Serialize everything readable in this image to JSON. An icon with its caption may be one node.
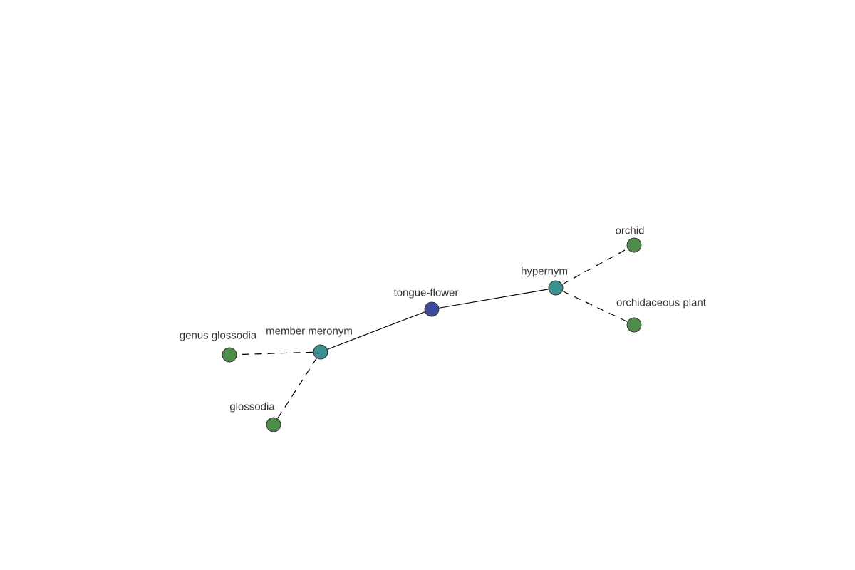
{
  "diagram": {
    "nodes": [
      {
        "text": [
          "tongue-flower"
        ]
      },
      {
        "text": [
          "hypernym"
        ]
      },
      {
        "text": [
          "orchid"
        ]
      },
      {
        "text": [
          "orchidaceous plant"
        ]
      },
      {
        "text": [
          "member meronym"
        ]
      },
      {
        "text": [
          "genus glossodia"
        ]
      },
      {
        "text": [
          "glossodia"
        ]
      }
    ],
    "edges": [
      {
        "from": 0,
        "to": 1,
        "arrow": "none"
      },
      {
        "from": 1,
        "to": 2,
        "arrow": "none",
        "style": "dashed"
      },
      {
        "from": 1,
        "to": 3,
        "arrow": "none",
        "style": "dashed"
      },
      {
        "from": 0,
        "to": 4,
        "arrow": "none"
      },
      {
        "from": 4,
        "to": 5,
        "arrow": "none",
        "style": "dashed"
      },
      {
        "from": 4,
        "to": 6,
        "arrow": "none",
        "style": "dashed"
      }
    ]
  }
}
